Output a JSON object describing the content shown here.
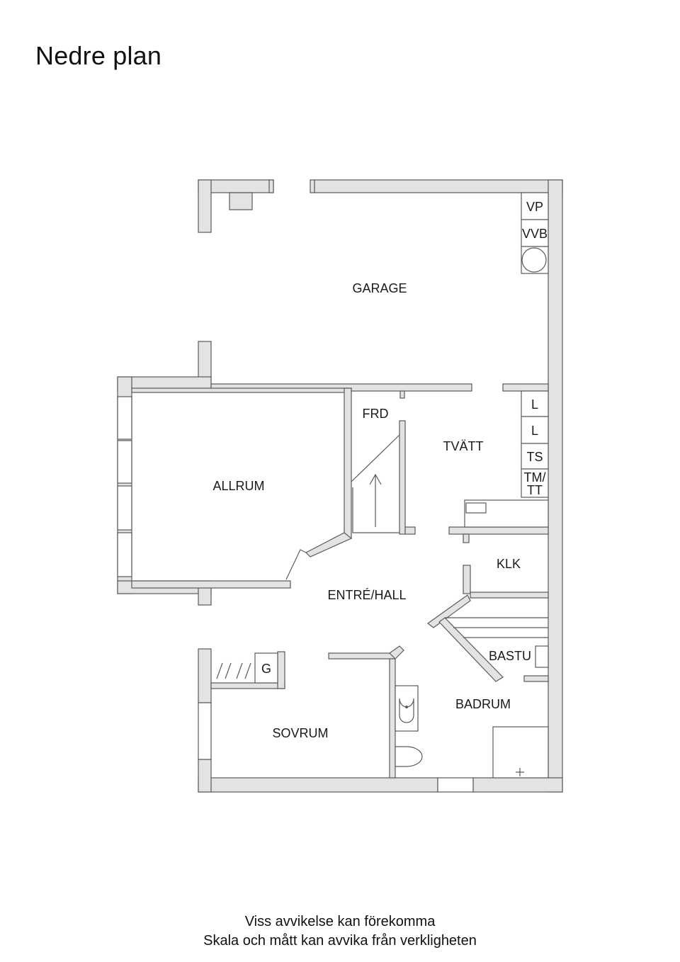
{
  "title": "Nedre plan",
  "rooms": {
    "garage": "GARAGE",
    "allrum": "ALLRUM",
    "frd": "FRD",
    "tvatt": "TVÄTT",
    "klk": "KLK",
    "entre_hall": "ENTRÉ/HALL",
    "bastu": "BASTU",
    "badrum": "BADRUM",
    "sovrum": "SOVRUM"
  },
  "fixtures": {
    "vp": "VP",
    "vvb": "VVB",
    "l1": "L",
    "l2": "L",
    "ts": "TS",
    "tm": "TM/",
    "tt": "TT",
    "g": "G"
  },
  "footer": {
    "line1": "Viss avvikelse kan förekomma",
    "line2": "Skala och mått kan avvika från verkligheten"
  }
}
